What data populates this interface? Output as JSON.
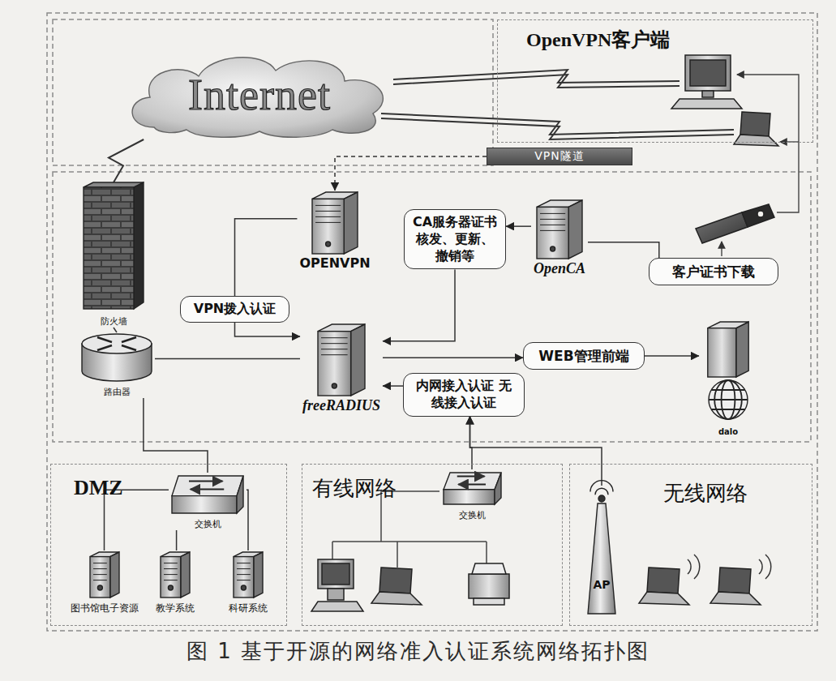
{
  "diagram": {
    "caption": "图 1 基于开源的网络准入认证系统网络拓扑图",
    "nodes": [
      {
        "text": [
          "Internet"
        ]
      },
      {
        "text": [
          "OpenVPN客户端"
        ]
      },
      {
        "text": [
          "VPN隧道"
        ]
      },
      {
        "text": [
          "OPENVPN"
        ]
      },
      {
        "text": [
          "CA服务器证书核发、更新、撤销等"
        ]
      },
      {
        "text": [
          "OpenCA"
        ]
      },
      {
        "text": [
          "客户证书下载"
        ]
      },
      {
        "text": [
          "防火墙"
        ]
      },
      {
        "text": [
          "VPN拨入认证"
        ]
      },
      {
        "text": [
          "路由器"
        ]
      },
      {
        "text": [
          "freeRADIUS"
        ]
      },
      {
        "text": [
          "WEB管理前端"
        ]
      },
      {
        "text": [
          "dalo"
        ]
      },
      {
        "text": [
          "内网接入认证 无线接入认证"
        ]
      },
      {
        "text": [
          "DMZ"
        ]
      },
      {
        "text": [
          "交换机"
        ],
        "in": 14
      },
      {
        "text": [
          "图书馆电子资源"
        ],
        "in": 14
      },
      {
        "text": [
          "教学系统"
        ],
        "in": 14
      },
      {
        "text": [
          "科研系统"
        ],
        "in": 14
      },
      {
        "text": [
          "有线网络"
        ]
      },
      {
        "text": [
          "交换机"
        ],
        "in": 19
      },
      {
        "text": [
          "无线网络"
        ]
      },
      {
        "text": [
          "AP"
        ],
        "in": 21
      }
    ],
    "edges": [
      {
        "from": 7,
        "to": 0,
        "arrow": "none"
      },
      {
        "from": 2,
        "to": 3,
        "arrow": "to"
      },
      {
        "from": 3,
        "to": 8,
        "arrow": "none"
      },
      {
        "from": 8,
        "to": 10,
        "arrow": "to"
      },
      {
        "from": 5,
        "to": 4,
        "arrow": "to"
      },
      {
        "from": 4,
        "to": 10,
        "arrow": "to"
      },
      {
        "from": 5,
        "to": 6,
        "arrow": "none"
      },
      {
        "from": 10,
        "to": 11,
        "arrow": "to"
      },
      {
        "from": 11,
        "to": 12,
        "arrow": "to"
      },
      {
        "from": 13,
        "to": 10,
        "arrow": "to"
      },
      {
        "from": 20,
        "to": 13,
        "arrow": "to"
      },
      {
        "from": 22,
        "to": 13,
        "arrow": "to"
      },
      {
        "from": 7,
        "to": 9,
        "arrow": "none"
      },
      {
        "from": 9,
        "to": 10,
        "arrow": "none"
      },
      {
        "from": 9,
        "to": 15,
        "arrow": "none"
      },
      {
        "from": 15,
        "to": 16,
        "arrow": "none"
      },
      {
        "from": 15,
        "to": 17,
        "arrow": "none"
      },
      {
        "from": 15,
        "to": 18,
        "arrow": "none"
      }
    ]
  }
}
